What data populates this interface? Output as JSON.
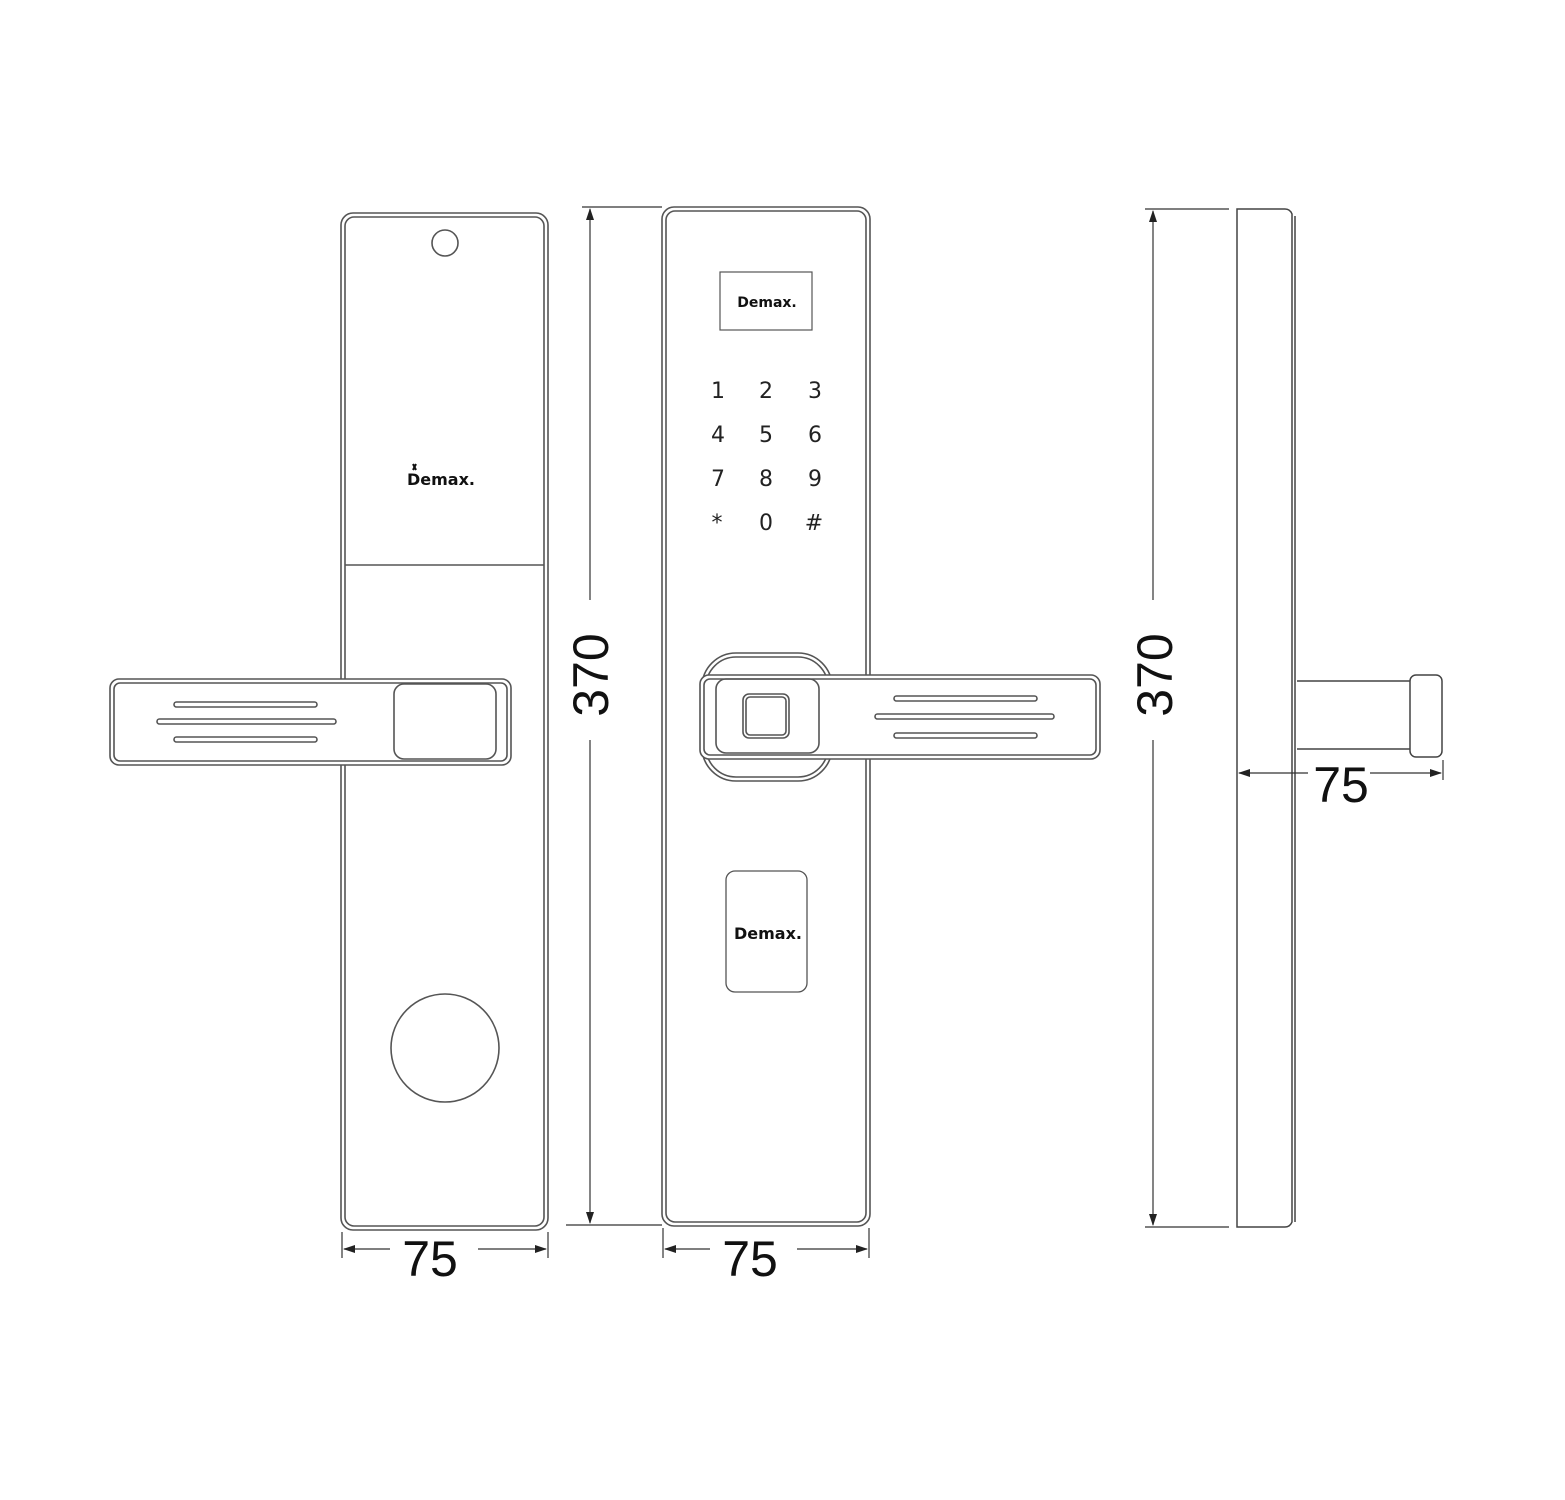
{
  "diagram": {
    "subject": "Smart door lock dimension drawing",
    "colors": {
      "line": "#555555",
      "dim_line": "#333333",
      "text": "#111111",
      "background": "#ffffff"
    },
    "brand_label": "Demax.",
    "views": {
      "back": {
        "label_brand": "Demax.",
        "width_dim": "75",
        "features": [
          "top-sensor-circle",
          "brand-logo",
          "lever-handle",
          "round-knob"
        ]
      },
      "front": {
        "label_brand_display": "Demax.",
        "label_brand_card": "Demax.",
        "width_dim": "75",
        "height_dim": "370",
        "keypad": [
          "1",
          "2",
          "3",
          "4",
          "5",
          "6",
          "7",
          "8",
          "9",
          "*",
          "0",
          "#"
        ],
        "features": [
          "display-window",
          "keypad",
          "fingerprint-sensor",
          "lever-handle",
          "card-reader"
        ]
      },
      "side": {
        "height_dim": "370",
        "handle_depth_dim": "75"
      }
    }
  }
}
